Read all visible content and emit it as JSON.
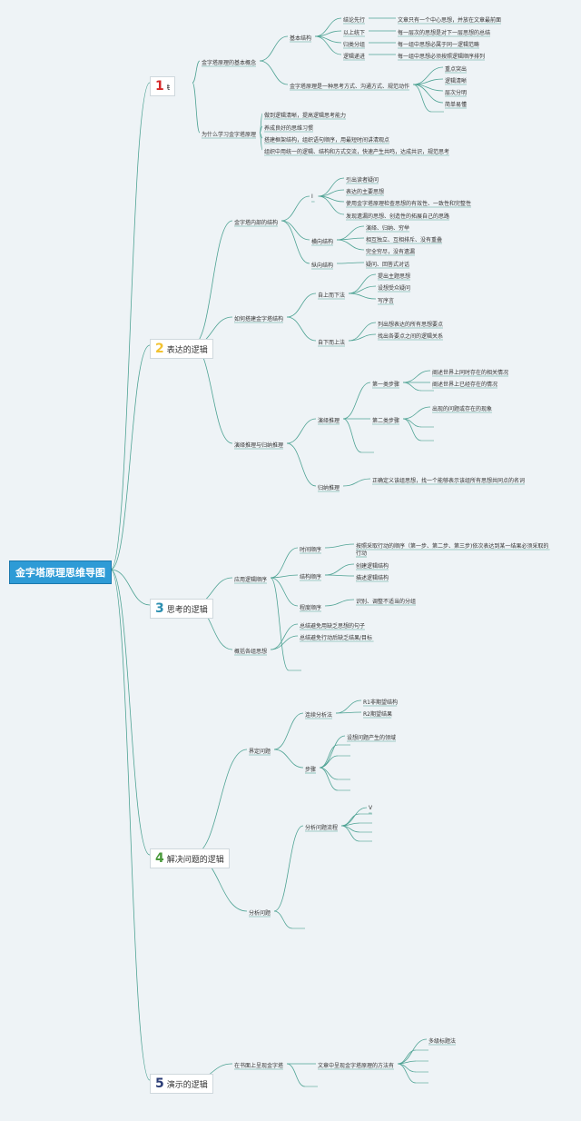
{
  "colors": {
    "line": "#4fa394",
    "root_bg": "#2e9bd6",
    "n1": "#d62828",
    "n2": "#f2c230",
    "n3": "#2c8fb0",
    "n4": "#4a9a3b",
    "n5": "#2c3e77"
  },
  "root": "金字塔原理思维导图",
  "branches": [
    {
      "num": "1",
      "label": "ŧ"
    },
    {
      "num": "2",
      "label": "表达的逻辑"
    },
    {
      "num": "3",
      "label": "思考的逻辑"
    },
    {
      "num": "4",
      "label": "解决问题的逻辑"
    },
    {
      "num": "5",
      "label": "演示的逻辑"
    }
  ],
  "nodes": {
    "b1a": "金字塔原理的基本概念",
    "b1a_1": "基本结构",
    "b1a_1_1": "结论先行",
    "b1a_1_1d": "文章只有一个中心思想，并放在文章最前面",
    "b1a_1_2": "以上统下",
    "b1a_1_2d": "每一层次的思想是对下一层思想的总结",
    "b1a_1_3": "归类分组",
    "b1a_1_3d": "每一组中思想必属于同一逻辑范畴",
    "b1a_1_4": "逻辑递进",
    "b1a_1_4d": "每一组中思想必须按照逻辑顺序排列",
    "b1a_2": "金字塔原理是一种思考方式、沟通方式、规范动作",
    "b1a_2_1": "重点突出",
    "b1a_2_2": "逻辑清晰",
    "b1a_2_3": "层次分明",
    "b1a_2_4": "简单易懂",
    "b1b": "为什么学习金字塔原理",
    "b1b_1": "做到逻辑清晰，提高逻辑思考能力",
    "b1b_2": "养成良好的思维习惯",
    "b1b_3": "搭建框架结构，组织语句顺序，用最短时间讲清观点",
    "b1b_4": "组织中用统一的逻辑、结构和方式交流，快速产生共鸣，达成共识，规范思考",
    "b2a": "金字塔内部的结构",
    "b2a_1": "I",
    "b2a_1_1": "引出读者疑问",
    "b2a_1_2": "表达的主要思想",
    "b2a_1_3": "使用金字塔原理检查思想的有效性、一致性和完整性",
    "b2a_1_4": "发现遗漏的思想、创造性的拓展自己的思路",
    "b2a_2": "横向结构",
    "b2a_2_1": "演绎、归纳、穷举",
    "b2a_2_2": "相互独立、互相排斥、没有重叠",
    "b2a_2_3": "完全穷尽，没有遗漏",
    "b2a_3": "纵向结构",
    "b2a_3_1": "疑问、回答式对话",
    "b2b": "如何搭建金字塔结构",
    "b2b_1": "自上而下法",
    "b2b_1_1": "提出主题思想",
    "b2b_1_2": "设想受众疑问",
    "b2b_1_3": "写序言",
    "b2b_2": "自下而上法",
    "b2b_2_1": "列出想表达的所有思想要点",
    "b2b_2_2": "找出各要点之间的逻辑关系",
    "b2c": "演绎推理与归纳推理",
    "b2c_1": "演绎推理",
    "b2c_1_1": "第一类步骤",
    "b2c_1_1_1": "阐述世界上同时存在的相关情况",
    "b2c_1_1_2": "阐述世界上已经存在的情况",
    "b2c_1_2": "第二类步骤",
    "b2c_1_2_1": "出现的问题或存在的现象",
    "b2c_2": "归纳推理",
    "b2c_2_1": "正确定义该组思想，找一个能够表示该组所有思想共同点的名词",
    "b3a": "应用逻辑顺序",
    "b3a_1": "时间顺序",
    "b3a_1_1": "按照采取行动的顺序（第一步、第二步、第三步)依次表达到某一结果必须采取的",
    "b3a_1_1b": "行动",
    "b3a_2": "结构顺序",
    "b3a_2_1": "创建逻辑结构",
    "b3a_2_2": "描述逻辑结构",
    "b3a_3": "程度顺序",
    "b3a_3_1": "识别、调整不适当的分组",
    "b3b": "概括各组思想",
    "b3b_1": "总结避免用缺乏思想的句子",
    "b3b_2": "总结避免行动后缺乏结果/目标",
    "b4a": "界定问题",
    "b4a_1": "连续分析法",
    "b4a_1_1": "R1非期望结构",
    "b4a_1_2": "R2期望结果",
    "b4a_2": "步骤",
    "b4a_2_1": "设想问题产生的领域",
    "b4b": "分析问题",
    "b4b_1": "分析问题流程",
    "b4b_1_1": "V",
    "b5a": "在书面上呈现金字塔",
    "b5a_1": "文章中呈现金字塔原理的方法有",
    "b5a_1_1": "多级标题法"
  }
}
